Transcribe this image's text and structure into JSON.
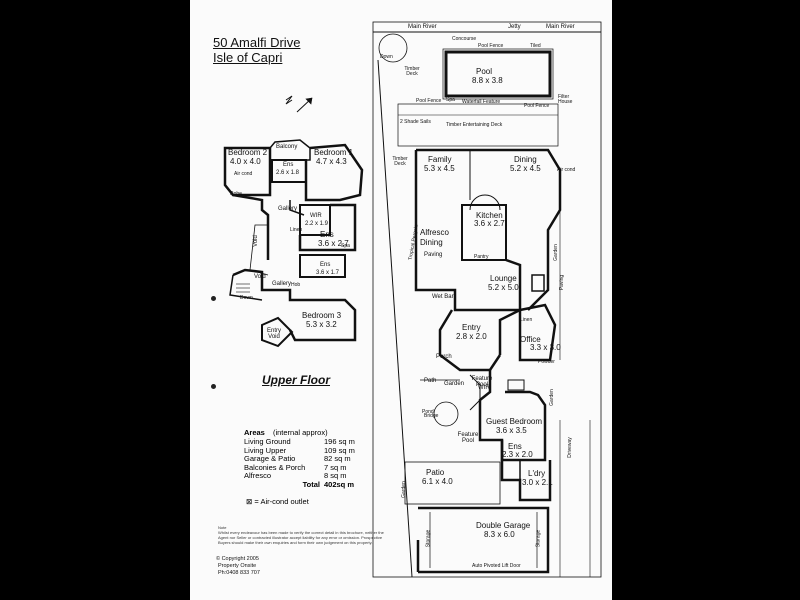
{
  "header": {
    "address_line1": "50 Amalfi Drive",
    "address_line2": "Isle of Capri"
  },
  "upper_floor": {
    "title": "Upper Floor",
    "rooms": [
      {
        "name": "Bedroom 2",
        "dims": "4.0 x 4.0"
      },
      {
        "name": "Balcony",
        "dims": ""
      },
      {
        "name": "Bedroom 1",
        "dims": "4.7 x 4.3"
      },
      {
        "name": "Ens",
        "dims": "2.6 x 1.8"
      },
      {
        "name": "WIR",
        "dims": "2.2 x 1.9"
      },
      {
        "name": "Ens",
        "dims": "3.6 x 2.7"
      },
      {
        "name": "Ens",
        "dims": "3.6 x 1.7"
      },
      {
        "name": "Bedroom 3",
        "dims": "5.3 x 3.2"
      }
    ],
    "labels": [
      "Gallery",
      "Gallery",
      "Void",
      "Void",
      "Entry Void",
      "Robe",
      "Linen",
      "Spa",
      "Down",
      "Air cond",
      "Hob"
    ]
  },
  "ground_floor": {
    "top_labels": [
      "Main River",
      "Jetty",
      "Main River",
      "Concourse",
      "Pool Fence",
      "Tiled",
      "Timber Deck",
      "Pool Fence",
      "Spa",
      "Waterfall Feature",
      "Pool Fence",
      "Filter House",
      "2 Shade Sails",
      "Timber Entertaining Deck",
      "Timber Deck",
      "Down"
    ],
    "rooms": [
      {
        "name": "Pool",
        "dims": "8.8 x 3.8"
      },
      {
        "name": "Family",
        "dims": "5.3 x 4.5"
      },
      {
        "name": "Dining",
        "dims": "5.2 x 4.5"
      },
      {
        "name": "Kitchen",
        "dims": "3.6 x 2.7"
      },
      {
        "name": "Alfresco Dining",
        "dims": ""
      },
      {
        "name": "Lounge",
        "dims": "5.2 x 5.0"
      },
      {
        "name": "Entry",
        "dims": "2.8 x 2.0"
      },
      {
        "name": "Office",
        "dims": "3.3 x 3.0"
      },
      {
        "name": "Guest Bedroom",
        "dims": "3.6 x 3.5"
      },
      {
        "name": "Ens",
        "dims": "2.3 x 2.0"
      },
      {
        "name": "L'dry",
        "dims": "3.0 x 2.1"
      },
      {
        "name": "Patio",
        "dims": "6.1 x 4.0"
      },
      {
        "name": "Double Garage",
        "dims": "8.3 x 6.0"
      }
    ],
    "labels": [
      "Paving",
      "Wet Bar",
      "Porch",
      "Garden",
      "Feature Pool",
      "Feature Pool",
      "Path",
      "Pond",
      "Bridge",
      "WIR",
      "Garden",
      "Paving",
      "Garden",
      "Storage",
      "Storage",
      "Garden",
      "Tropical Pergola",
      "Driveway",
      "Auto Pivoted Lift Door",
      "Air cond",
      "Pantry",
      "Linen",
      "Powder"
    ]
  },
  "areas": {
    "title": "Areas",
    "subtitle": "(internal approx)",
    "rows": [
      {
        "label": "Living Ground",
        "value": "196 sq m"
      },
      {
        "label": "Living Upper",
        "value": "109 sq m"
      },
      {
        "label": "Garage & Patio",
        "value": "82 sq m"
      },
      {
        "label": "Balconies & Porch",
        "value": "7 sq m"
      },
      {
        "label": "Alfresco",
        "value": "8 sq m"
      }
    ],
    "total_label": "Total",
    "total_value": "402sq m",
    "legend_symbol": "⊠",
    "legend_text": "= Air-cond outlet"
  },
  "footer": {
    "note_title": "Note",
    "note_text": "Whilst every endeavour has been made to verify the correct detail in this brochure, neither the Agent nor Seller or contracted illustrator accept liability for any error or omission. Prospective Buyers should make their own enquiries and form their own judgement on this property.",
    "copyright": "© Copyright 2005",
    "company": "Property Onsite",
    "phone": "Ph:0408 833 707"
  },
  "colors": {
    "background": "#000000",
    "paper": "#fbfbfb",
    "ink": "#111111"
  }
}
